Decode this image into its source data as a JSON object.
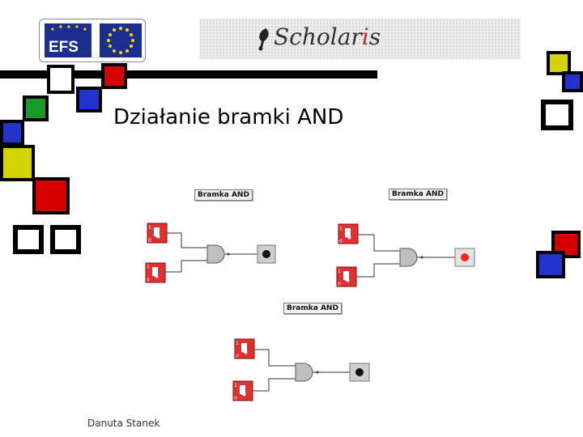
{
  "header": {
    "efs_logo_text": "EFS",
    "brand_text_before": "Scholar",
    "brand_text_accent": "i",
    "brand_text_after": "s"
  },
  "slide": {
    "title": "Działanie bramki AND",
    "author": "Danuta Stanek"
  },
  "circuits": [
    {
      "label": "Bramka AND",
      "input_a": "0",
      "input_b": "0",
      "output": "off"
    },
    {
      "label": "Bramka AND",
      "input_a": "0",
      "input_b": "0",
      "output": "on"
    },
    {
      "label": "Bramka AND",
      "input_a": "0",
      "input_b": "0",
      "output": "off"
    }
  ],
  "colors": {
    "red": "#d40000",
    "blue": "#2233cc",
    "green": "#1a9a2a",
    "yellow": "#d4d400",
    "black": "#000000",
    "switch_red": "#e03030",
    "lamp_on": "#ff2020",
    "lamp_off": "#111111",
    "eu_blue": "#1c2f8f",
    "eu_star": "#ffd400"
  }
}
